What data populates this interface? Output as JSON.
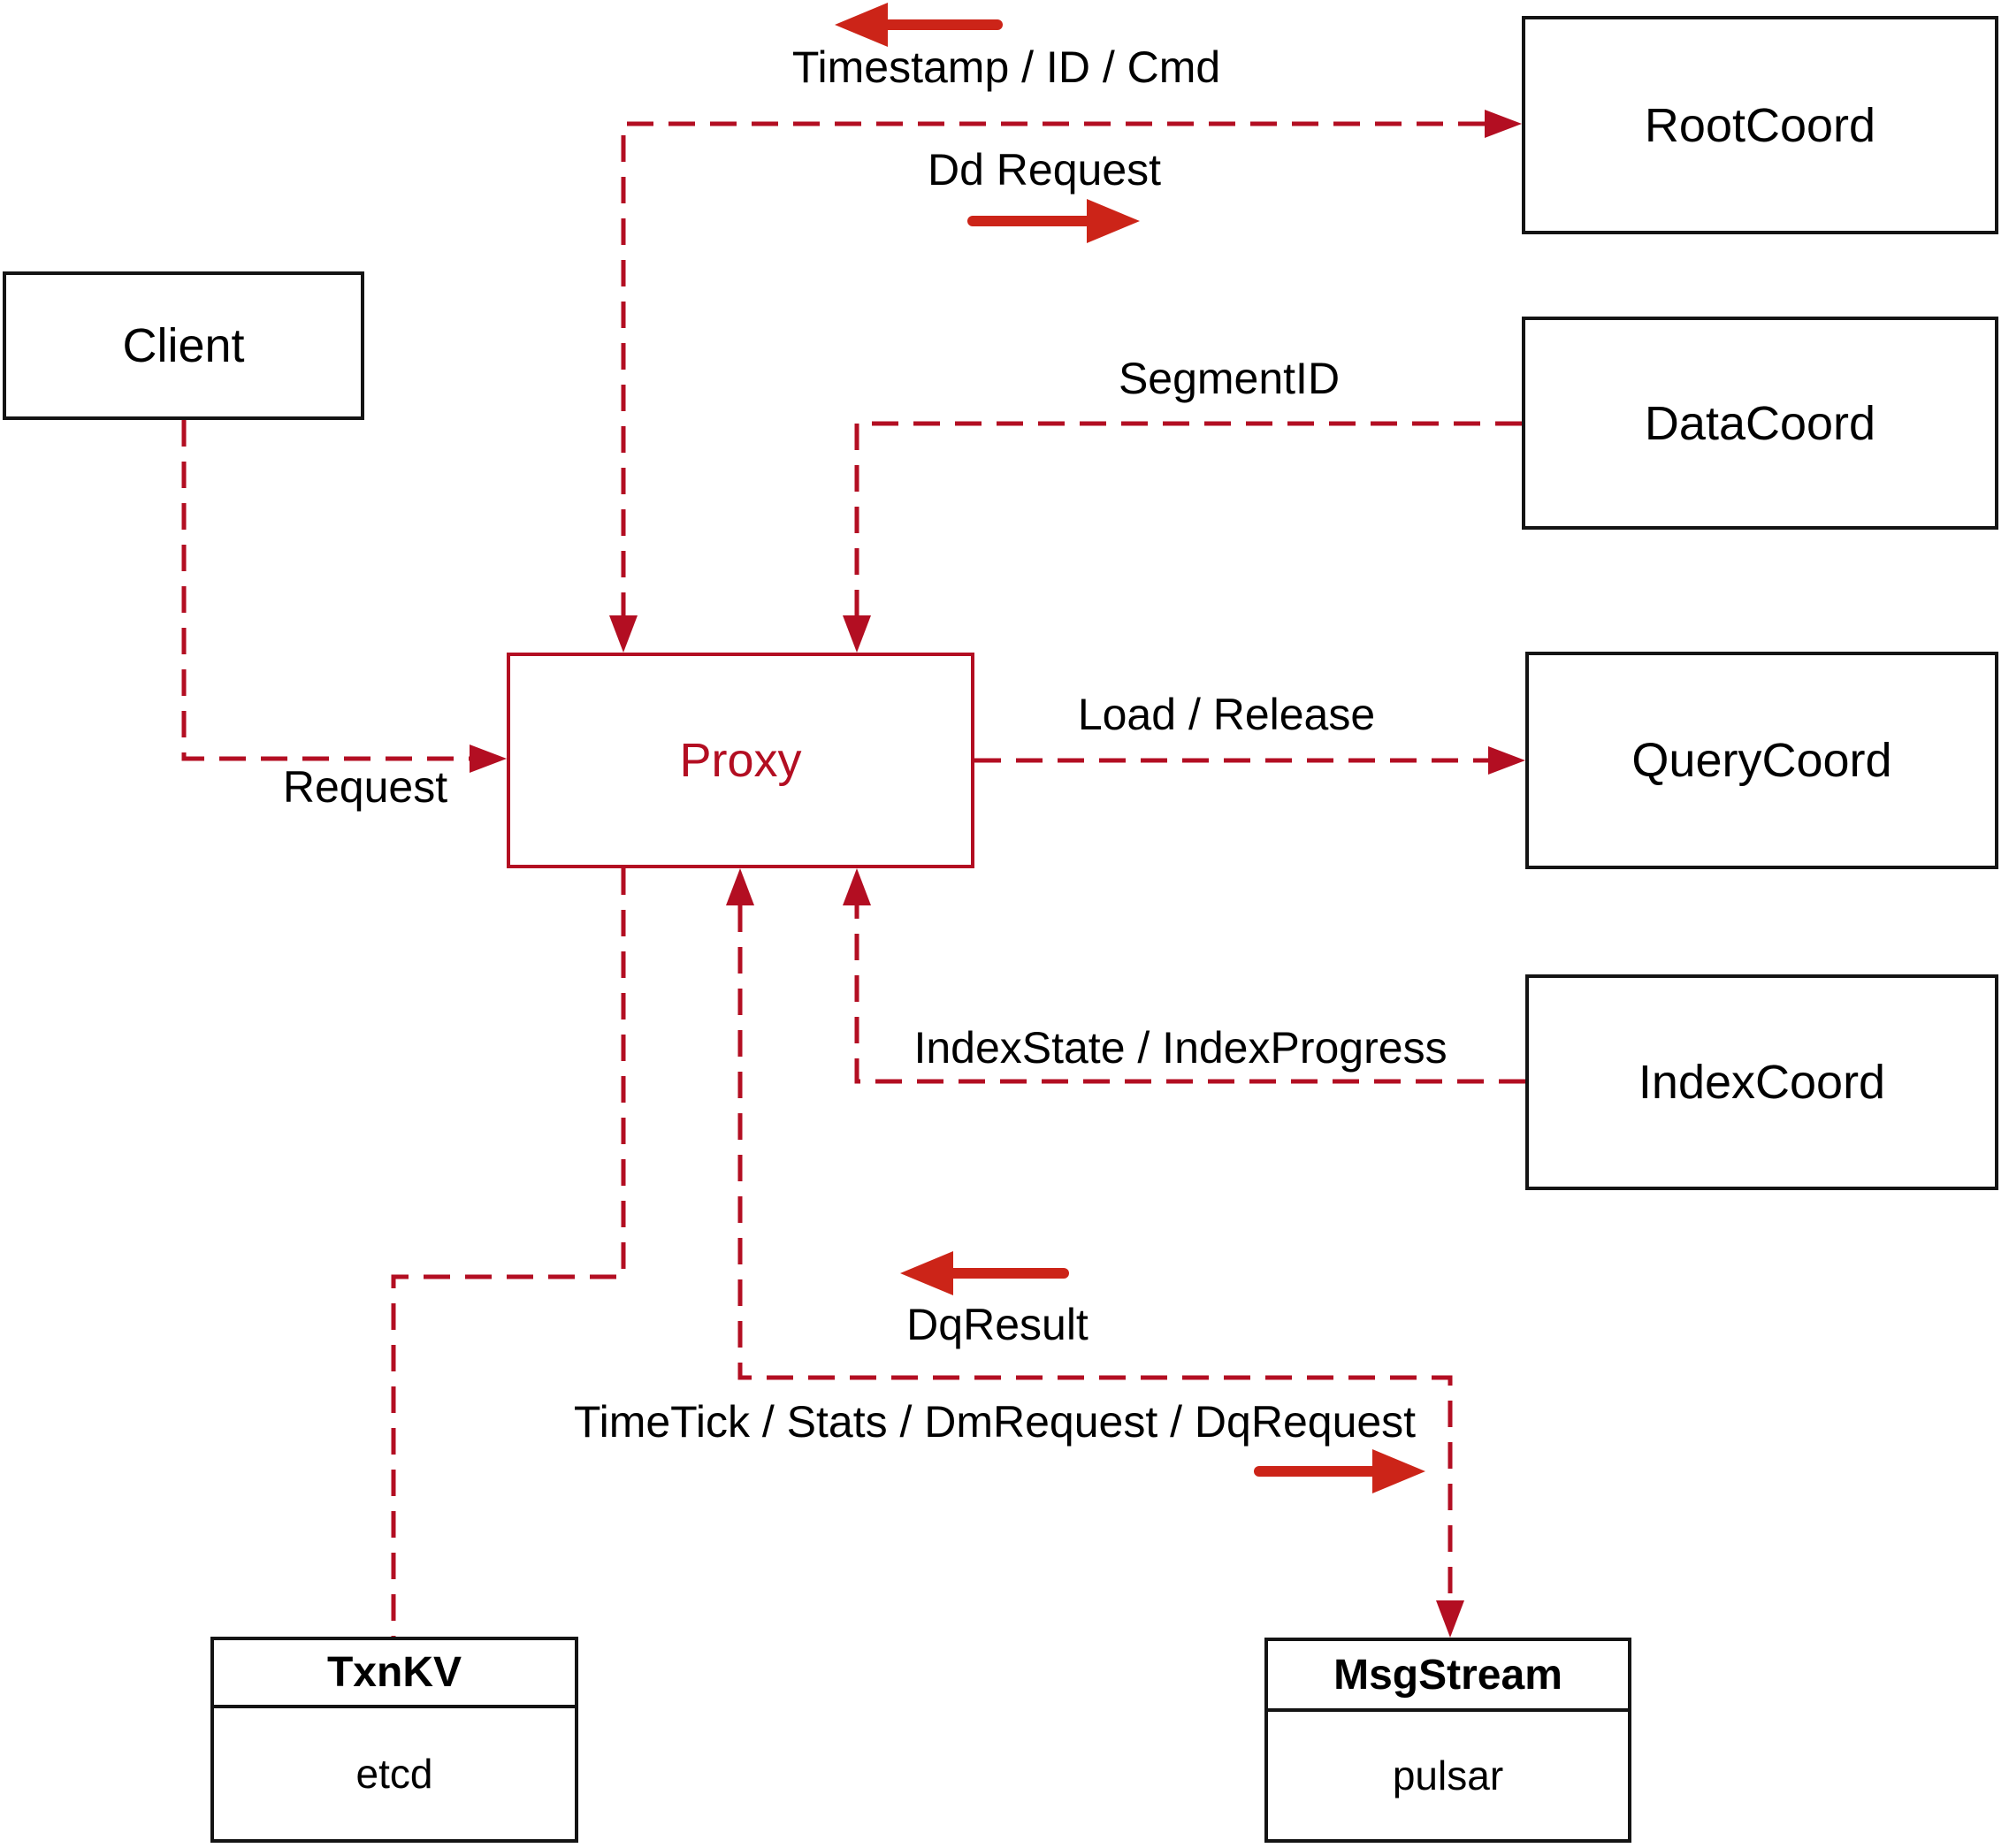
{
  "title": "Proxy interaction diagram",
  "colors": {
    "line": "#b30e22",
    "arrow": "#cc2418",
    "border": "#141414",
    "text": "#000000",
    "bg": "#ffffff"
  },
  "nodes": {
    "client": {
      "label": "Client"
    },
    "proxy": {
      "label": "Proxy"
    },
    "rootcoord": {
      "label": "RootCoord"
    },
    "datacoord": {
      "label": "DataCoord"
    },
    "querycoord": {
      "label": "QueryCoord"
    },
    "indexcoord": {
      "label": "IndexCoord"
    },
    "txnkv": {
      "title": "TxnKV",
      "subtitle": "etcd"
    },
    "msgstream": {
      "title": "MsgStream",
      "subtitle": "pulsar"
    }
  },
  "edge_labels": {
    "timestamp_id_cmd": "Timestamp / ID / Cmd",
    "dd_request": "Dd Request",
    "segment_id": "SegmentID",
    "request": "Request",
    "load_release": "Load / Release",
    "index_state_progress": "IndexState / IndexProgress",
    "dq_result": "DqResult",
    "timetick_stats": "TimeTick / Stats / DmRequest / DqRequest"
  }
}
